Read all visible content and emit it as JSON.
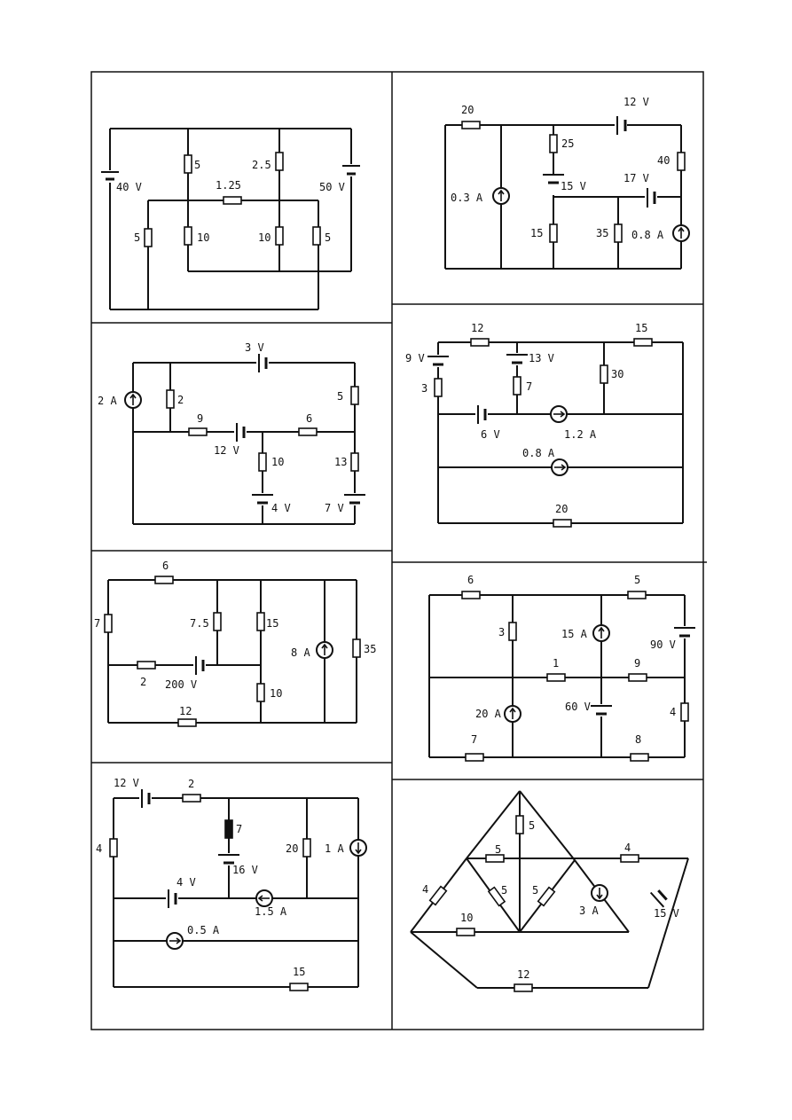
{
  "circuits": [
    {
      "id": "c1",
      "resistors": [
        "5",
        "2.5",
        "1.25",
        "5",
        "10",
        "10",
        "5"
      ],
      "sources": [
        "40 V",
        "50 V"
      ]
    },
    {
      "id": "c2",
      "resistors": [
        "20",
        "25",
        "40",
        "15",
        "35"
      ],
      "sources": [
        "12 V",
        "15 V",
        "17 V",
        "0.3 A",
        "0.8 A"
      ]
    },
    {
      "id": "c3",
      "resistors": [
        "2",
        "9",
        "6",
        "5",
        "13",
        "10"
      ],
      "sources": [
        "3 V",
        "12 V",
        "4 V",
        "7 V",
        "2 A"
      ]
    },
    {
      "id": "c4",
      "resistors": [
        "12",
        "15",
        "3",
        "7",
        "30",
        "20"
      ],
      "sources": [
        "9 V",
        "13 V",
        "6 V",
        "1.2 A",
        "0.8 A"
      ]
    },
    {
      "id": "c5",
      "resistors": [
        "6",
        "7",
        "7.5",
        "15",
        "35",
        "2",
        "10",
        "12"
      ],
      "sources": [
        "200 V",
        "8 A"
      ]
    },
    {
      "id": "c6",
      "resistors": [
        "6",
        "5",
        "3",
        "1",
        "9",
        "4",
        "7",
        "8"
      ],
      "sources": [
        "15 A",
        "90 V",
        "20 A",
        "60 V"
      ]
    },
    {
      "id": "c7",
      "resistors": [
        "2",
        "4",
        "7",
        "20",
        "15"
      ],
      "sources": [
        "12 V",
        "16 V",
        "4 V",
        "1.5 A",
        "1 A",
        "0.5 A"
      ]
    },
    {
      "id": "c8",
      "resistors": [
        "5",
        "5",
        "4",
        "4",
        "5",
        "5",
        "10",
        "12"
      ],
      "sources": [
        "3 A",
        "15 V"
      ]
    }
  ]
}
